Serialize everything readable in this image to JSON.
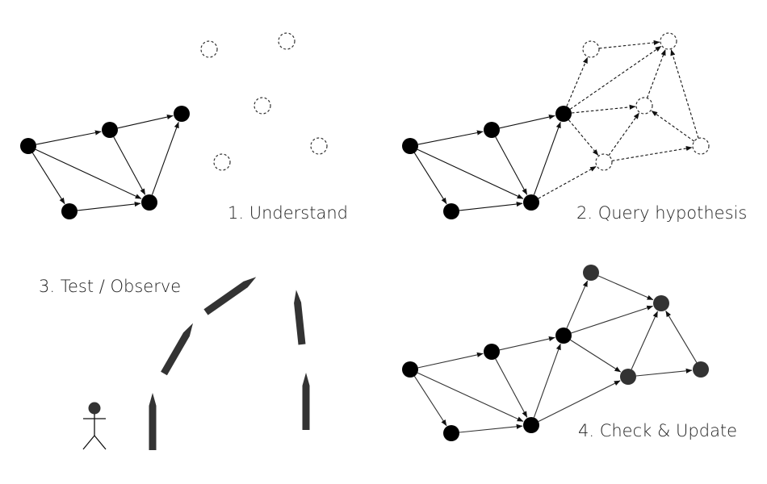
{
  "panels": [
    {
      "id": "understand",
      "label": "1. Understand"
    },
    {
      "id": "query",
      "label": "2. Query hypothesis"
    },
    {
      "id": "test",
      "label": "3. Test / Observe"
    },
    {
      "id": "update",
      "label": "4. Check & Update"
    }
  ],
  "colors": {
    "node_solid": "#000000",
    "node_gray": "#333333",
    "edge": "#111111",
    "rocket": "#333333"
  },
  "icons": [
    "person-icon",
    "rocket-icon"
  ]
}
